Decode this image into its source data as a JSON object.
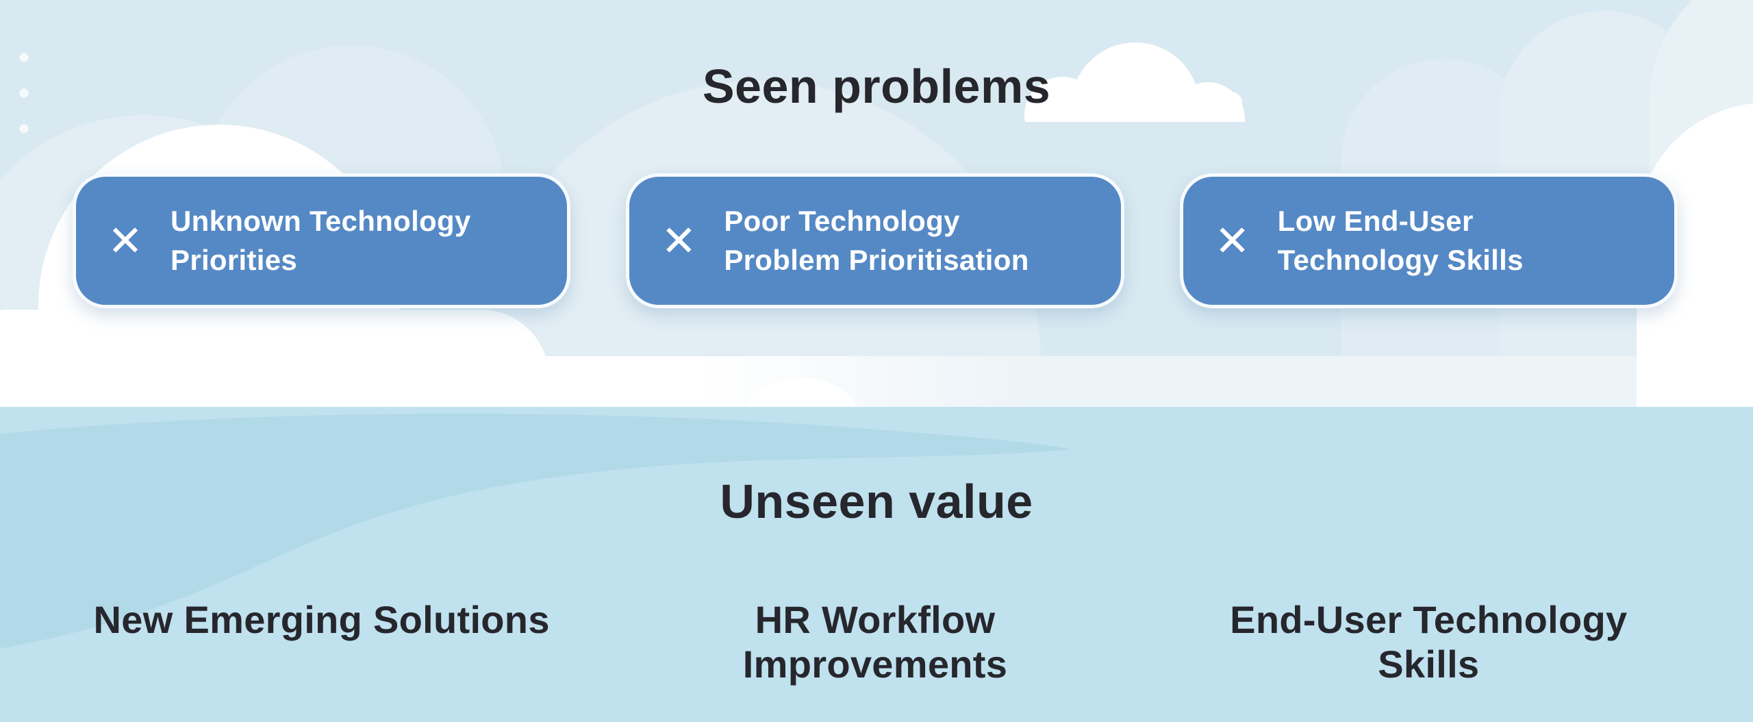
{
  "palette": {
    "sky": "#d9e9f1",
    "cloud-tint": "#e2eef4",
    "cloud-tint-2": "#dfecf3",
    "cloud-tint-3": "#e7f1f6",
    "cloud-white": "#ffffff",
    "band-tint": "#edf4f8",
    "water": "#c0e1ee",
    "swirl": "#b2d9e8",
    "card": "#5589c5",
    "card-border": "#f7fbfe",
    "card-text": "#ffffff",
    "heading-text": "#26262d"
  },
  "seen": {
    "title": "Seen problems",
    "items": [
      {
        "icon": "cross",
        "label": "Unknown Technology\nPriorities"
      },
      {
        "icon": "cross",
        "label": "Poor Technology\nProblem Prioritisation"
      },
      {
        "icon": "cross",
        "label": "Low End-User\nTechnology Skills"
      }
    ]
  },
  "unseen": {
    "title": "Unseen value",
    "items": [
      {
        "label": "New Emerging Solutions"
      },
      {
        "label": "HR Workflow Improvements"
      },
      {
        "label": "End-User Technology Skills"
      }
    ]
  },
  "icons": {
    "cross": "✕"
  }
}
